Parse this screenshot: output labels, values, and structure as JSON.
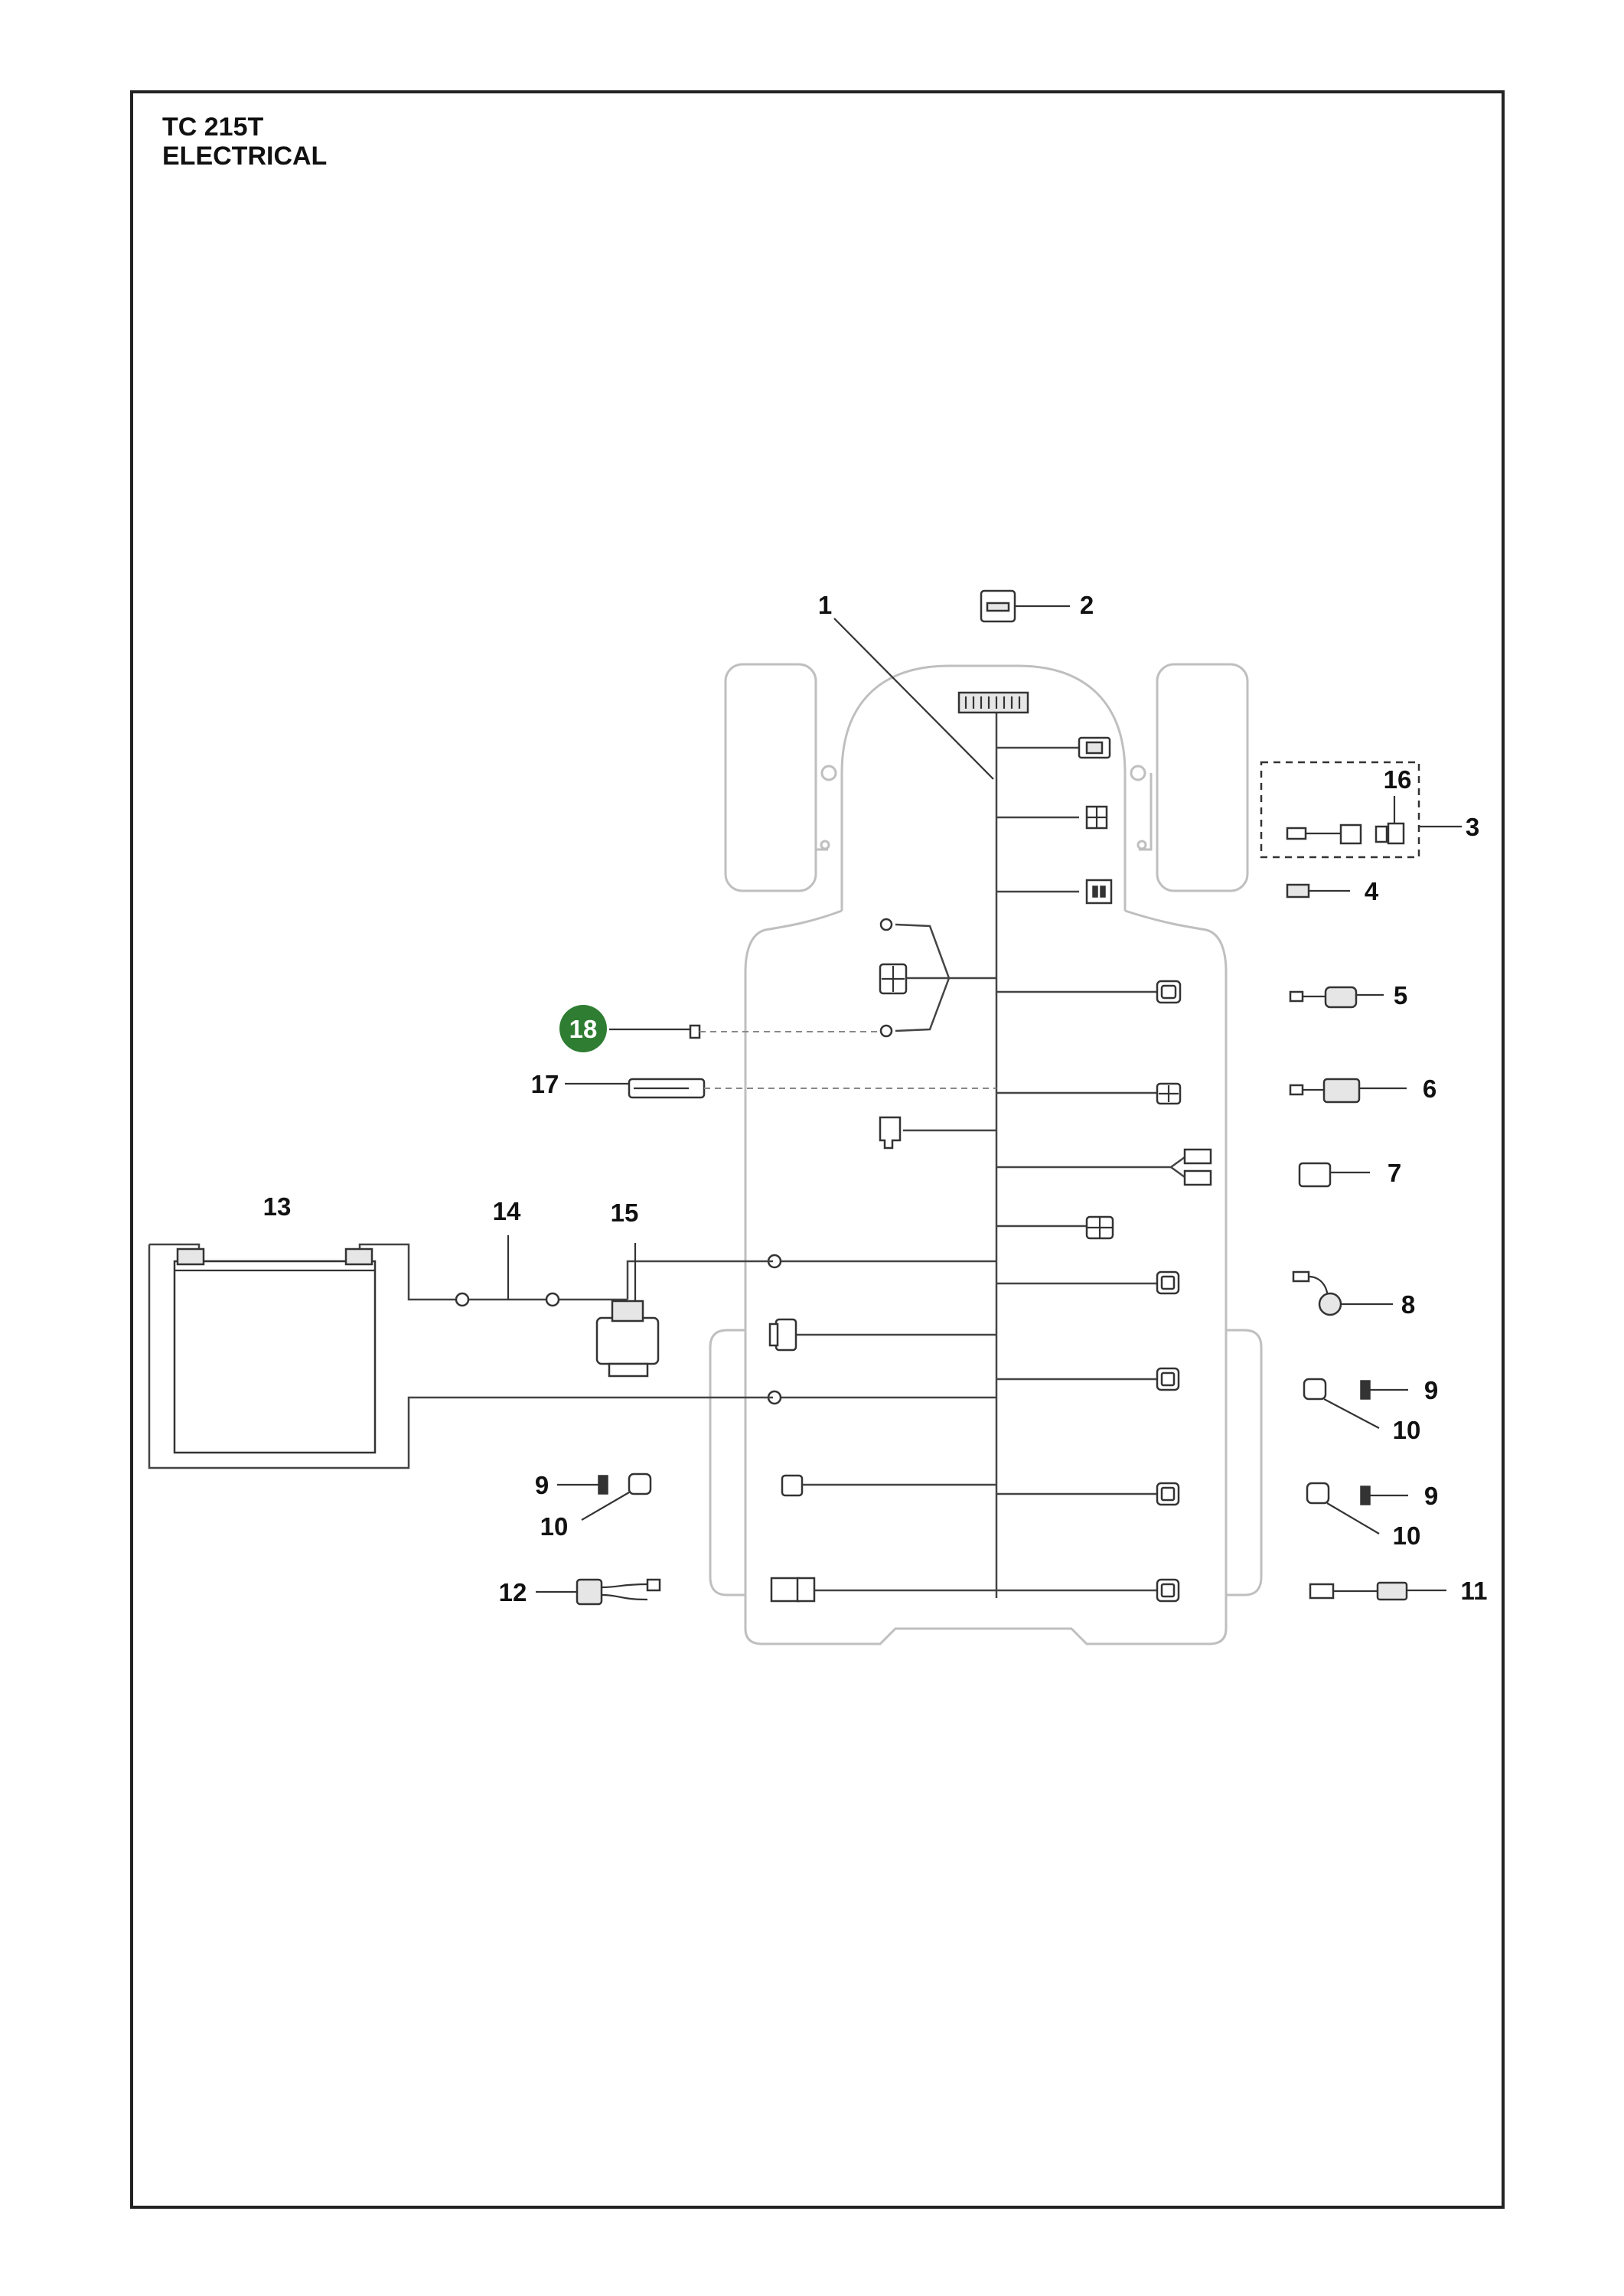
{
  "header": {
    "model": "TC 215T",
    "section": "ELECTRICAL"
  },
  "callouts": [
    {
      "id": "c1",
      "text": "1"
    },
    {
      "id": "c2",
      "text": "2"
    },
    {
      "id": "c3",
      "text": "3"
    },
    {
      "id": "c4",
      "text": "4"
    },
    {
      "id": "c5",
      "text": "5"
    },
    {
      "id": "c6",
      "text": "6"
    },
    {
      "id": "c7",
      "text": "7"
    },
    {
      "id": "c8",
      "text": "8"
    },
    {
      "id": "c9a",
      "text": "9"
    },
    {
      "id": "c10a",
      "text": "10"
    },
    {
      "id": "c9b",
      "text": "9"
    },
    {
      "id": "c10b",
      "text": "10"
    },
    {
      "id": "c9c",
      "text": "9"
    },
    {
      "id": "c10c",
      "text": "10"
    },
    {
      "id": "c11",
      "text": "11"
    },
    {
      "id": "c12",
      "text": "12"
    },
    {
      "id": "c13",
      "text": "13"
    },
    {
      "id": "c14",
      "text": "14"
    },
    {
      "id": "c15",
      "text": "15"
    },
    {
      "id": "c16",
      "text": "16"
    },
    {
      "id": "c17",
      "text": "17"
    },
    {
      "id": "c18",
      "text": "18"
    }
  ],
  "highlight": {
    "callout": "18",
    "color": "#2e7d32",
    "text_color": "#ffffff"
  }
}
